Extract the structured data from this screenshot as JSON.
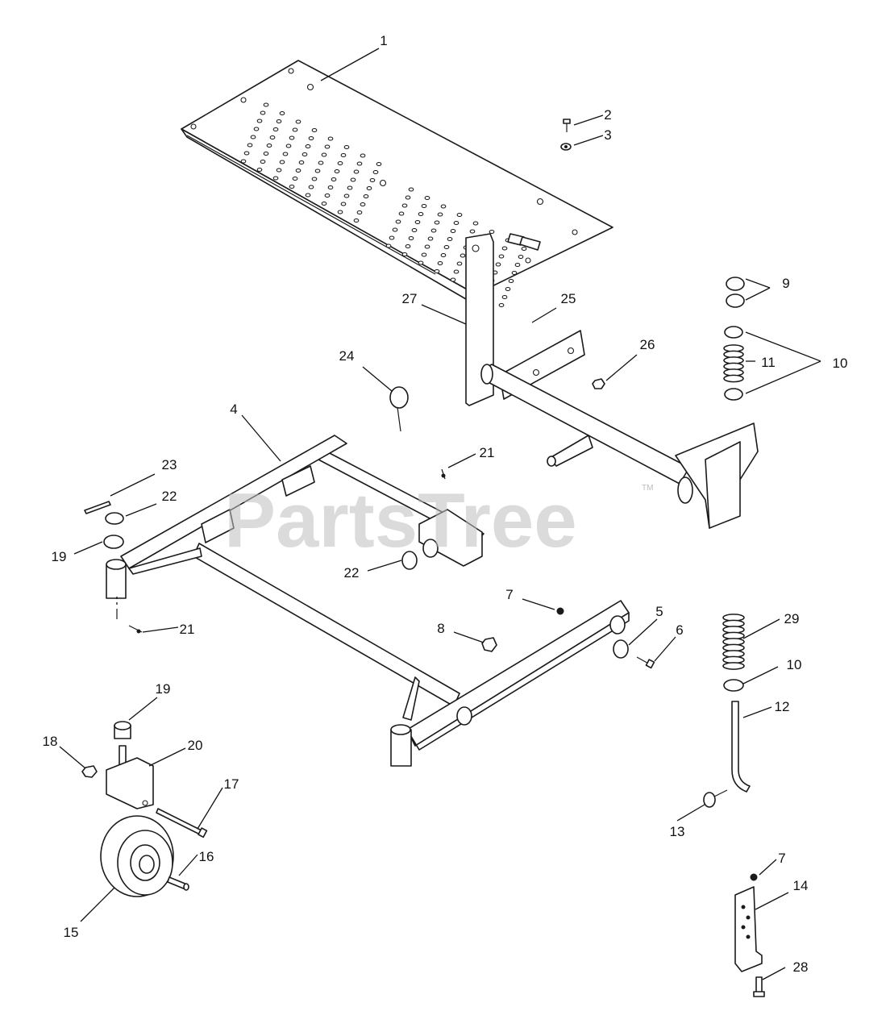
{
  "watermark": {
    "text": "PartsTree",
    "trademark": "TM",
    "color": "#bdbdbd"
  },
  "callouts": [
    {
      "id": "c1",
      "label": "1"
    },
    {
      "id": "c2",
      "label": "2"
    },
    {
      "id": "c3",
      "label": "3"
    },
    {
      "id": "c4",
      "label": "4"
    },
    {
      "id": "c5",
      "label": "5"
    },
    {
      "id": "c6",
      "label": "6"
    },
    {
      "id": "c7a",
      "label": "7"
    },
    {
      "id": "c7b",
      "label": "7"
    },
    {
      "id": "c8",
      "label": "8"
    },
    {
      "id": "c9",
      "label": "9"
    },
    {
      "id": "c10a",
      "label": "10"
    },
    {
      "id": "c10b",
      "label": "10"
    },
    {
      "id": "c11",
      "label": "11"
    },
    {
      "id": "c12",
      "label": "12"
    },
    {
      "id": "c13",
      "label": "13"
    },
    {
      "id": "c14",
      "label": "14"
    },
    {
      "id": "c15",
      "label": "15"
    },
    {
      "id": "c16",
      "label": "16"
    },
    {
      "id": "c17",
      "label": "17"
    },
    {
      "id": "c18",
      "label": "18"
    },
    {
      "id": "c19a",
      "label": "19"
    },
    {
      "id": "c19b",
      "label": "19"
    },
    {
      "id": "c20",
      "label": "20"
    },
    {
      "id": "c21a",
      "label": "21"
    },
    {
      "id": "c21b",
      "label": "21"
    },
    {
      "id": "c22a",
      "label": "22"
    },
    {
      "id": "c22b",
      "label": "22"
    },
    {
      "id": "c23",
      "label": "23"
    },
    {
      "id": "c24",
      "label": "24"
    },
    {
      "id": "c25",
      "label": "25"
    },
    {
      "id": "c26",
      "label": "26"
    },
    {
      "id": "c27",
      "label": "27"
    },
    {
      "id": "c28",
      "label": "28"
    },
    {
      "id": "c29",
      "label": "29"
    }
  ]
}
